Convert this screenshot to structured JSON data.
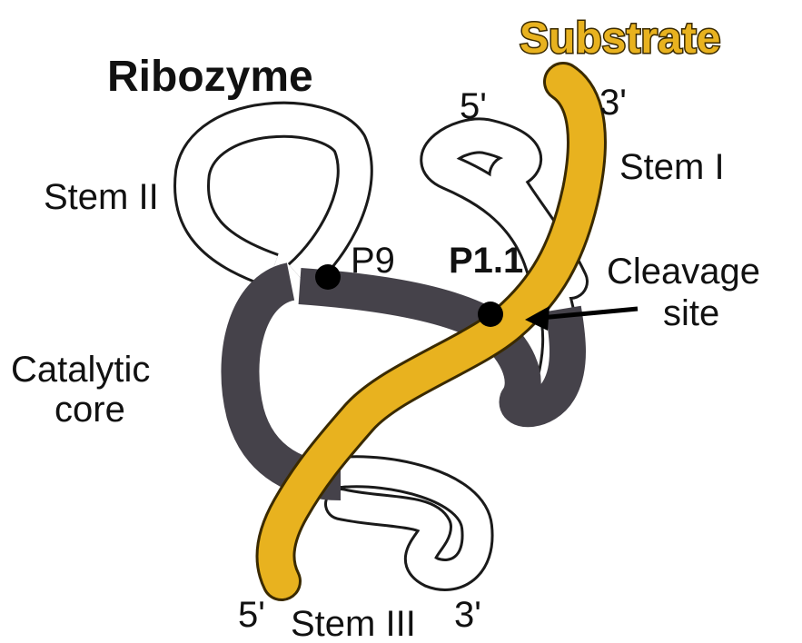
{
  "colors": {
    "substrate": "#e8b21f",
    "substrate_outline": "#3a2a00",
    "catalytic_core": "#45424a",
    "stem_outline": "#1a1a1a",
    "text": "#111111",
    "background": "#ffffff"
  },
  "titles": {
    "ribozyme": "Ribozyme",
    "substrate": "Substrate"
  },
  "labels": {
    "stem_ii": "Stem II",
    "stem_i": "Stem I",
    "stem_iii": "Stem III",
    "p9": "P9",
    "p1_1": "P1.1",
    "cleavage_line1": "Cleavage",
    "cleavage_line2": "site",
    "catalytic_line1": "Catalytic",
    "catalytic_line2": "core",
    "stem_i_5prime": "5'",
    "substrate_3prime": "3'",
    "substrate_5prime": "5'",
    "stem_iii_3prime": "3'"
  }
}
